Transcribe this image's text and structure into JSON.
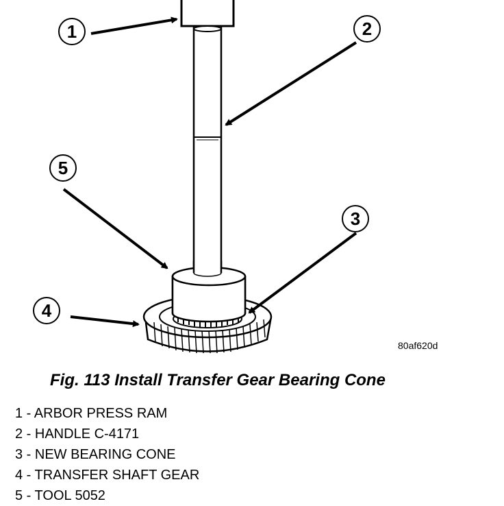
{
  "figure": {
    "image_code": "80af620d",
    "callouts": [
      "1",
      "2",
      "3",
      "4",
      "5"
    ]
  },
  "caption": "Fig. 113 Install Transfer Gear Bearing Cone",
  "legend": [
    "1 - ARBOR PRESS RAM",
    "2 - HANDLE C-4171",
    "3 - NEW BEARING CONE",
    "4 - TRANSFER SHAFT GEAR",
    "5 - TOOL 5052"
  ]
}
